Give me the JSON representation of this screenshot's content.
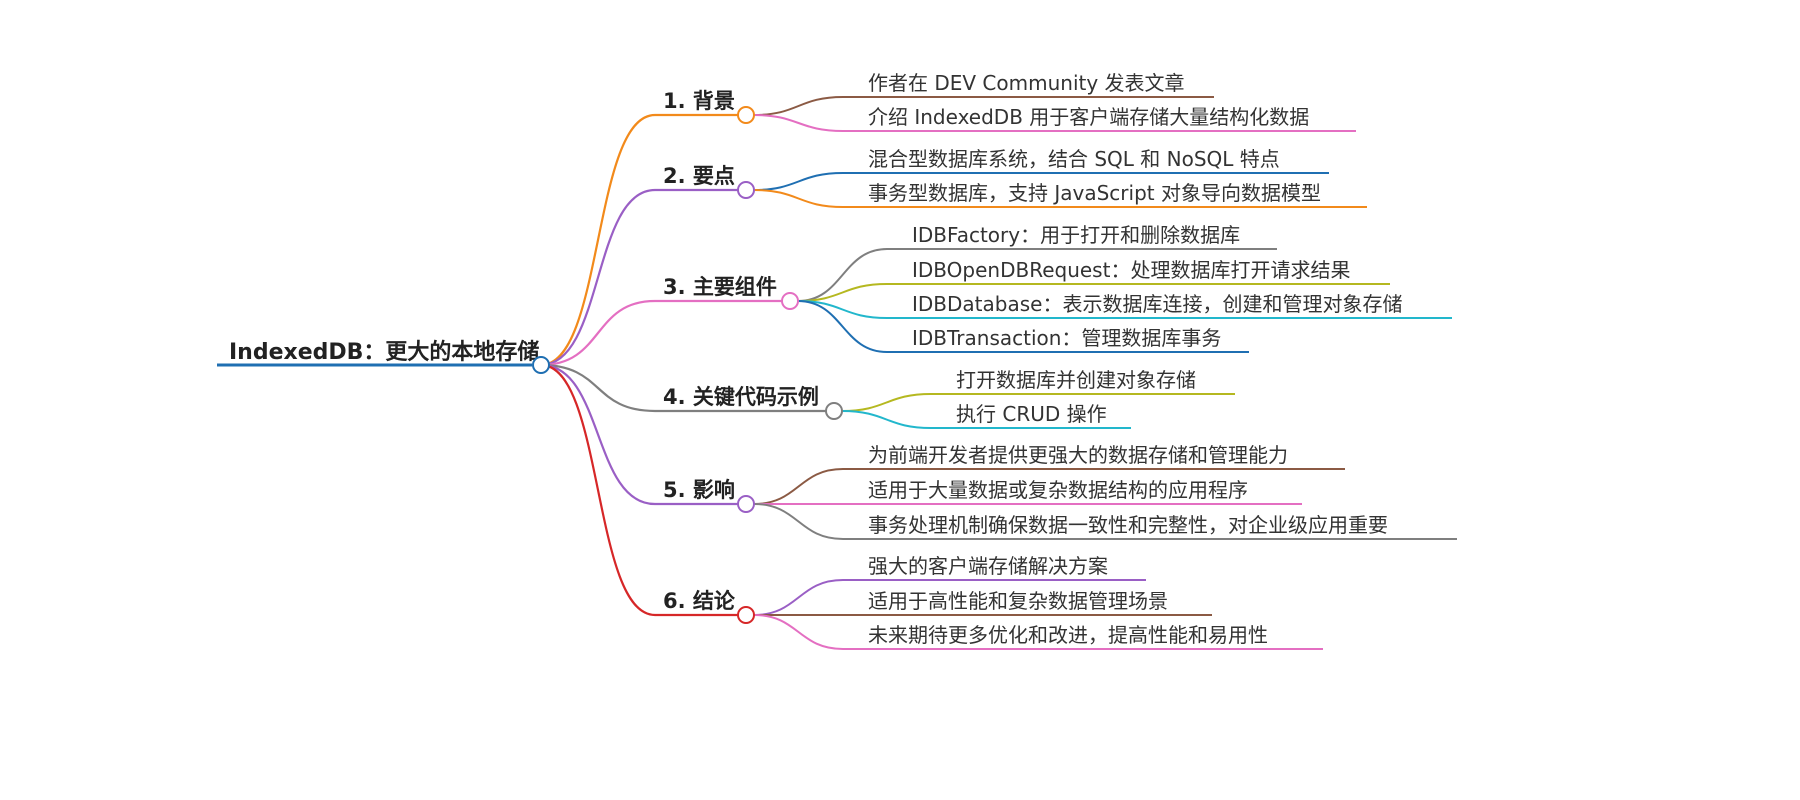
{
  "mindmap": {
    "root": {
      "label": "IndexedDB：更大的本地存储",
      "color": "#1f6fb2"
    },
    "branches": [
      {
        "label": "1. 背景",
        "color": "#f28a1b",
        "children": [
          {
            "label": "作者在 DEV Community 发表文章",
            "color": "#8b5a44"
          },
          {
            "label": "介绍 IndexedDB 用于客户端存储大量结构化数据",
            "color": "#e46fc2"
          }
        ]
      },
      {
        "label": "2. 要点",
        "color": "#9a5fc5",
        "children": [
          {
            "label": "混合型数据库系统，结合 SQL 和 NoSQL 特点",
            "color": "#1f6fb2"
          },
          {
            "label": "事务型数据库，支持 JavaScript 对象导向数据模型",
            "color": "#f28a1b"
          }
        ]
      },
      {
        "label": "3. 主要组件",
        "color": "#e46fc2",
        "children": [
          {
            "label": "IDBFactory：用于打开和删除数据库",
            "color": "#7f7f7f"
          },
          {
            "label": "IDBOpenDBRequest：处理数据库打开请求结果",
            "color": "#b5b820"
          },
          {
            "label": "IDBDatabase：表示数据库连接，创建和管理对象存储",
            "color": "#22b7cc"
          },
          {
            "label": "IDBTransaction：管理数据库事务",
            "color": "#1f6fb2"
          }
        ]
      },
      {
        "label": "4. 关键代码示例",
        "color": "#7f7f7f",
        "children": [
          {
            "label": "打开数据库并创建对象存储",
            "color": "#b5b820"
          },
          {
            "label": "执行 CRUD 操作",
            "color": "#22b7cc"
          }
        ]
      },
      {
        "label": "5. 影响",
        "color": "#9a5fc5",
        "children": [
          {
            "label": "为前端开发者提供更强大的数据存储和管理能力",
            "color": "#8b5a44"
          },
          {
            "label": "适用于大量数据或复杂数据结构的应用程序",
            "color": "#e46fc2"
          },
          {
            "label": "事务处理机制确保数据一致性和完整性，对企业级应用重要",
            "color": "#7f7f7f"
          }
        ]
      },
      {
        "label": "6. 结论",
        "color": "#d62728",
        "children": [
          {
            "label": "强大的客户端存储解决方案",
            "color": "#9a5fc5"
          },
          {
            "label": "适用于高性能和复杂数据管理场景",
            "color": "#8b5a44"
          },
          {
            "label": "未来期待更多优化和改进，提高性能和易用性",
            "color": "#e46fc2"
          }
        ]
      }
    ]
  }
}
